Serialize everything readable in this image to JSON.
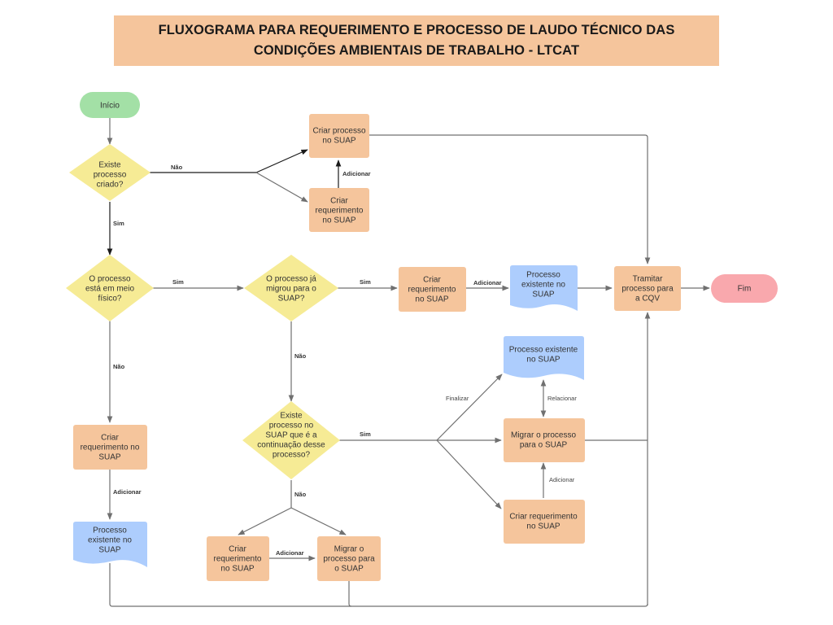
{
  "title": {
    "line1": "FLUXOGRAMA PARA REQUERIMENTO E PROCESSO DE LAUDO TÉCNICO DAS",
    "line2": "CONDIÇÕES AMBIENTAIS DE TRABALHO - LTCAT"
  },
  "colors": {
    "terminal_start": "#a3e0a6",
    "terminal_end": "#f9a8ad",
    "decision": "#f6eb95",
    "process": "#f5c59c",
    "document": "#adcdfd",
    "title_bg": "#f5c59c"
  },
  "nodes": {
    "inicio": {
      "type": "terminal",
      "lines": [
        "Início"
      ]
    },
    "existe_processo_criado": {
      "type": "decision",
      "lines": [
        "Existe",
        "processo",
        "criado?"
      ]
    },
    "criar_processo_suap": {
      "type": "process",
      "lines": [
        "Criar processo",
        "no SUAP"
      ]
    },
    "criar_requerimento_top": {
      "type": "process",
      "lines": [
        "Criar",
        "requerimento",
        "no SUAP"
      ]
    },
    "meio_fisico": {
      "type": "decision",
      "lines": [
        "O processo",
        "está em meio",
        "físico?"
      ]
    },
    "ja_migrou": {
      "type": "decision",
      "lines": [
        "O processo já",
        "migrou para o",
        "SUAP?"
      ]
    },
    "criar_requerimento_mid": {
      "type": "process",
      "lines": [
        "Criar",
        "requerimento",
        "no SUAP"
      ]
    },
    "processo_existente_mid": {
      "type": "document",
      "lines": [
        "Processo",
        "existente no",
        "SUAP"
      ]
    },
    "tramitar_cqv": {
      "type": "process",
      "lines": [
        "Tramitar",
        "processo para",
        "a CQV"
      ]
    },
    "fim": {
      "type": "terminal",
      "lines": [
        "Fim"
      ]
    },
    "processo_existente_right": {
      "type": "document",
      "lines": [
        "Processo existente",
        "no SUAP"
      ]
    },
    "migrar_right": {
      "type": "process",
      "lines": [
        "Migrar o processo",
        "para o SUAP"
      ]
    },
    "criar_requerimento_right": {
      "type": "process",
      "lines": [
        "Criar requerimento",
        "no SUAP"
      ]
    },
    "existe_continuacao": {
      "type": "decision",
      "lines": [
        "Existe",
        "processo no",
        "SUAP que é a",
        "continuação desse",
        "processo?"
      ]
    },
    "criar_requerimento_left": {
      "type": "process",
      "lines": [
        "Criar",
        "requerimento no",
        "SUAP"
      ]
    },
    "processo_existente_left": {
      "type": "document",
      "lines": [
        "Processo",
        "existente no",
        "SUAP"
      ]
    },
    "criar_requerimento_bottom": {
      "type": "process",
      "lines": [
        "Criar",
        "requerimento",
        "no SUAP"
      ]
    },
    "migrar_bottom": {
      "type": "process",
      "lines": [
        "Migrar o",
        "processo para",
        "o SUAP"
      ]
    }
  },
  "edge_labels": {
    "nao_top": "Não",
    "adicionar_top": "Adicionar",
    "sim_left": "Sim",
    "sim_meio_fisico": "Sim",
    "sim_ja_migrou": "Sim",
    "adicionar_mid": "Adicionar",
    "nao_meio_fisico": "Não",
    "nao_ja_migrou": "Não",
    "sim_continuacao": "Sim",
    "finalizar": "Finalizar",
    "relacionar": "Relacionar",
    "adicionar_right": "Adicionar",
    "adicionar_left": "Adicionar",
    "nao_continuacao": "Não",
    "adicionar_bottom": "Adicionar"
  }
}
